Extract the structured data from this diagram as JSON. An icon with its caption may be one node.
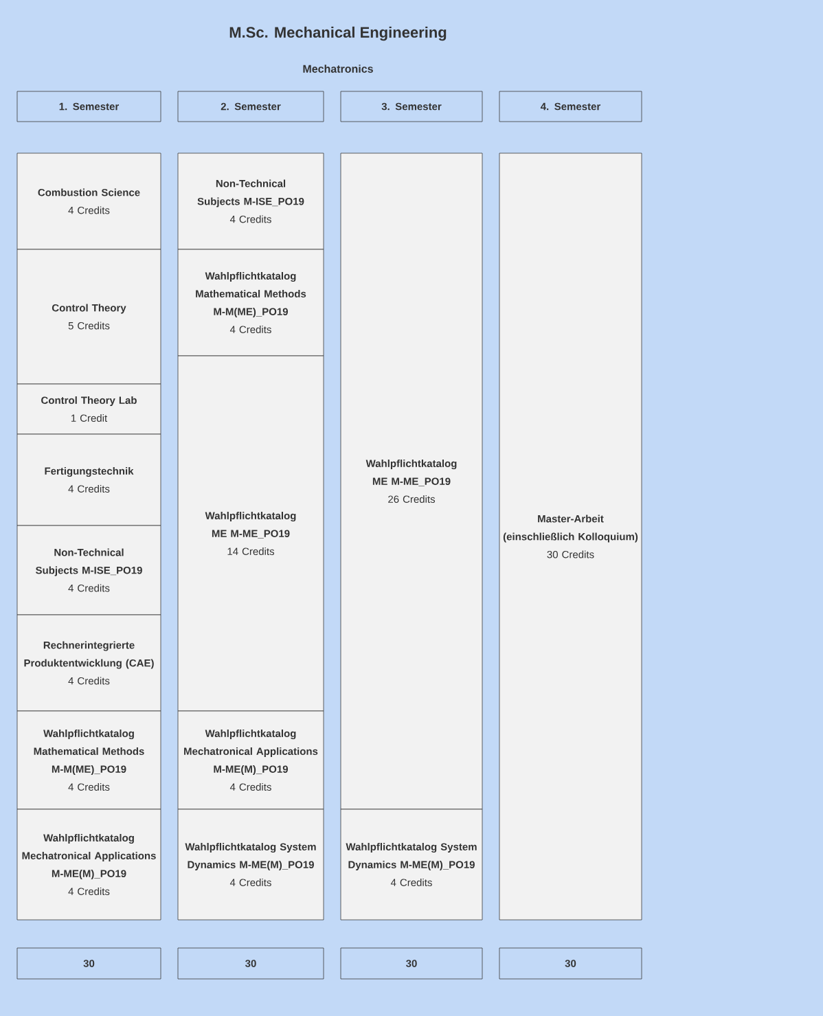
{
  "diagram": {
    "title": "M.Sc. Mechanical Engineering",
    "nodes": [
      {
        "text": [
          "1. Semester"
        ]
      },
      {
        "text": [
          "2. Semester"
        ]
      },
      {
        "text": [
          "3. Semester"
        ]
      },
      {
        "text": [
          "4. Semester"
        ]
      },
      {
        "text": [
          "Combustion Science",
          "4 Credits"
        ]
      },
      {
        "text": [
          "Control Theory",
          "5 Credits"
        ]
      },
      {
        "text": [
          "Control Theory Lab",
          "1 Credit"
        ]
      },
      {
        "text": [
          "Fertigungstechnik",
          "4 Credits"
        ]
      },
      {
        "text": [
          "Non-Technical Subjects M-ISE_PO19",
          "4 Credits"
        ]
      },
      {
        "text": [
          "Rechnerintegrierte Produktentwicklung (CAE)",
          "4 Credits"
        ]
      },
      {
        "text": [
          "Wahlpflichtkatalog Mathematical Methods M-M(ME)_PO19",
          "4 Credits"
        ]
      },
      {
        "text": [
          "Wahlpflichtkatalog Mechatronical Applications M-ME(M)_PO19",
          "4 Credits"
        ]
      },
      {
        "text": [
          "Non-Technical Subjects M-ISE_PO19",
          "4 Credits"
        ]
      },
      {
        "text": [
          "Wahlpflichtkatalog Mathematical Methods M-M(ME)_PO19",
          "4 Credits"
        ]
      },
      {
        "text": [
          "Wahlpflichtkatalog ME M-ME_PO19",
          "14 Credits"
        ]
      },
      {
        "text": [
          "Wahlpflichtkatalog Mechatronical Applications M-ME(M)_PO19",
          "4 Credits"
        ]
      },
      {
        "text": [
          "Wahlpflichtkatalog System Dynamics M-ME(M)_PO19",
          "4 Credits"
        ]
      },
      {
        "text": [
          "Wahlpflichtkatalog ME M-ME_PO19",
          "26 Credits"
        ]
      },
      {
        "text": [
          "Wahlpflichtkatalog System Dynamics M-ME(M)_PO19",
          "4 Credits"
        ]
      },
      {
        "text": [
          "Master-Arbeit (einschließlich Kolloquium)",
          "30 Credits"
        ]
      },
      {
        "text": [
          "30"
        ]
      },
      {
        "text": [
          "30"
        ]
      },
      {
        "text": [
          "30"
        ]
      },
      {
        "text": [
          "30"
        ]
      }
    ],
    "labels": [
      "Mechatronics"
    ]
  }
}
